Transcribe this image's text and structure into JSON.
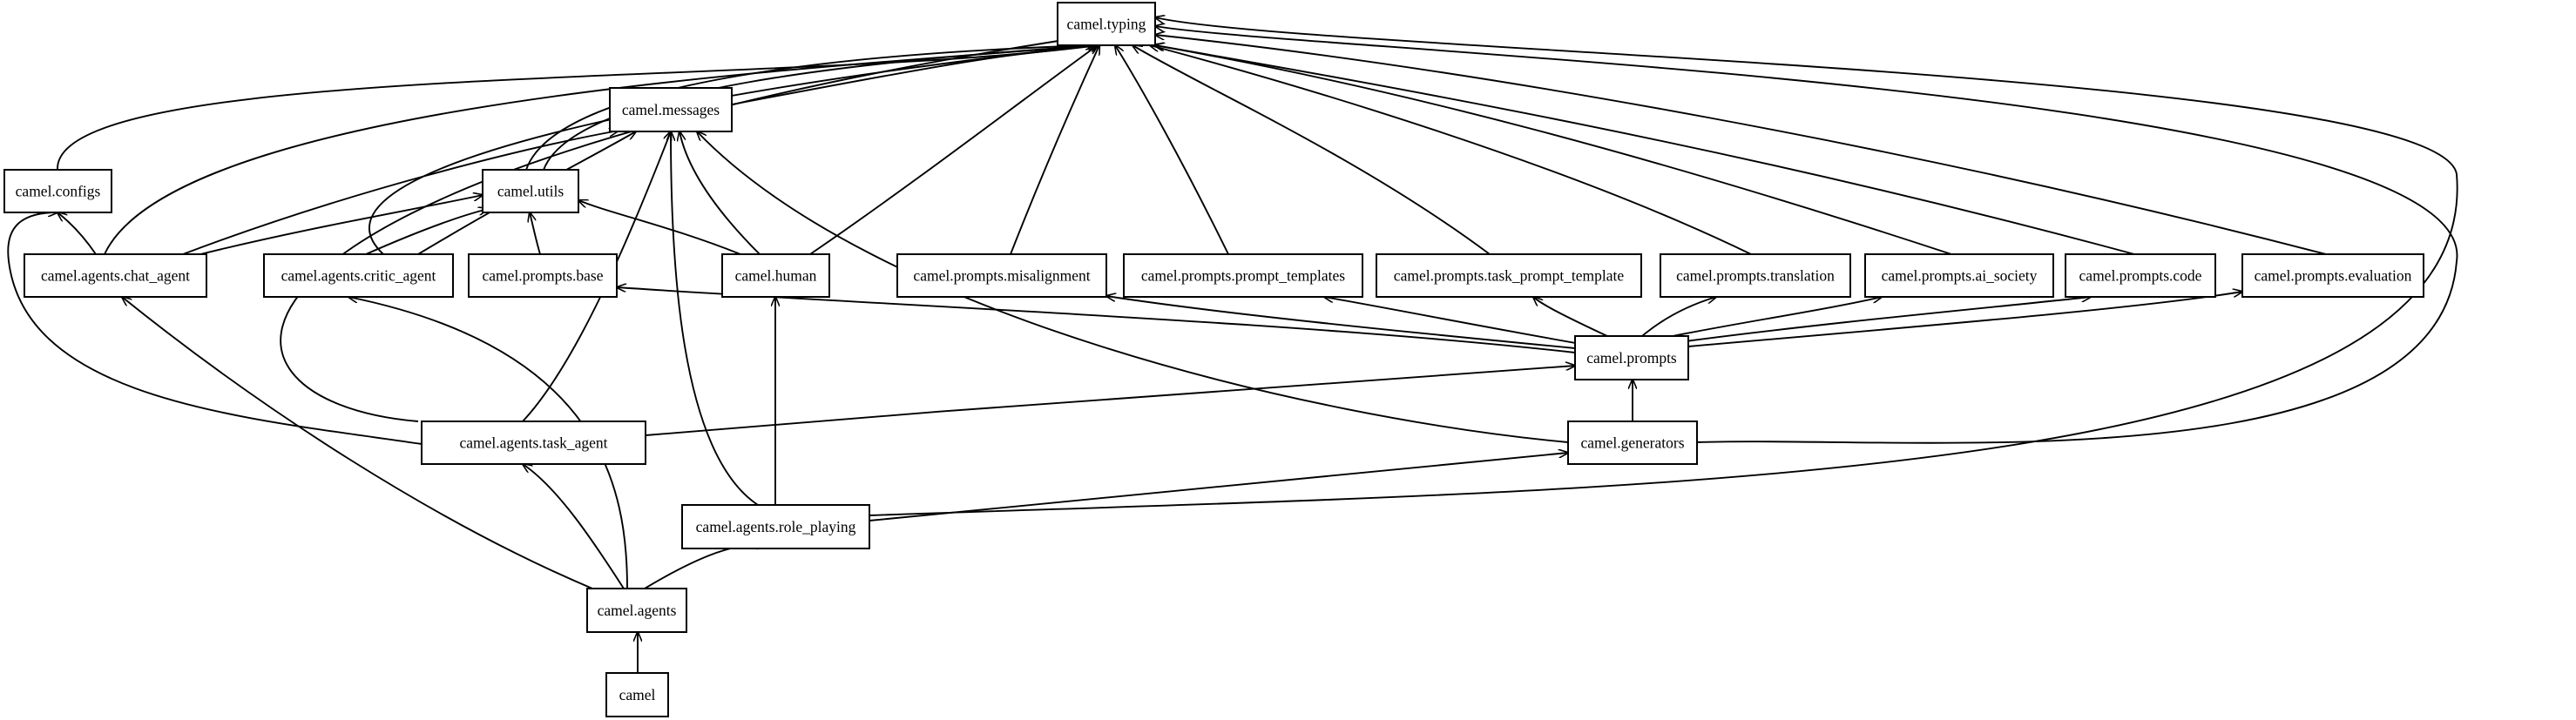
{
  "graph": {
    "nodes": [
      {
        "id": "typing",
        "label": "camel.typing"
      },
      {
        "id": "messages",
        "label": "camel.messages"
      },
      {
        "id": "configs",
        "label": "camel.configs"
      },
      {
        "id": "utils",
        "label": "camel.utils"
      },
      {
        "id": "chat_agent",
        "label": "camel.agents.chat_agent"
      },
      {
        "id": "critic_agent",
        "label": "camel.agents.critic_agent"
      },
      {
        "id": "prompts_base",
        "label": "camel.prompts.base"
      },
      {
        "id": "human",
        "label": "camel.human"
      },
      {
        "id": "misalignment",
        "label": "camel.prompts.misalignment"
      },
      {
        "id": "prompt_templates",
        "label": "camel.prompts.prompt_templates"
      },
      {
        "id": "task_prompt_template",
        "label": "camel.prompts.task_prompt_template"
      },
      {
        "id": "translation",
        "label": "camel.prompts.translation"
      },
      {
        "id": "ai_society",
        "label": "camel.prompts.ai_society"
      },
      {
        "id": "code",
        "label": "camel.prompts.code"
      },
      {
        "id": "evaluation",
        "label": "camel.prompts.evaluation"
      },
      {
        "id": "prompts",
        "label": "camel.prompts"
      },
      {
        "id": "task_agent",
        "label": "camel.agents.task_agent"
      },
      {
        "id": "generators",
        "label": "camel.generators"
      },
      {
        "id": "role_playing",
        "label": "camel.agents.role_playing"
      },
      {
        "id": "agents",
        "label": "camel.agents"
      },
      {
        "id": "camel",
        "label": "camel"
      }
    ],
    "edges": [
      {
        "from": "messages",
        "to": "typing"
      },
      {
        "from": "configs",
        "to": "typing"
      },
      {
        "from": "utils",
        "to": "typing"
      },
      {
        "from": "utils",
        "to": "typing"
      },
      {
        "from": "chat_agent",
        "to": "typing"
      },
      {
        "from": "chat_agent",
        "to": "configs"
      },
      {
        "from": "chat_agent",
        "to": "utils"
      },
      {
        "from": "chat_agent",
        "to": "messages"
      },
      {
        "from": "critic_agent",
        "to": "typing"
      },
      {
        "from": "critic_agent",
        "to": "utils"
      },
      {
        "from": "critic_agent",
        "to": "messages"
      },
      {
        "from": "prompts_base",
        "to": "utils"
      },
      {
        "from": "human",
        "to": "typing"
      },
      {
        "from": "human",
        "to": "utils"
      },
      {
        "from": "human",
        "to": "messages"
      },
      {
        "from": "misalignment",
        "to": "typing"
      },
      {
        "from": "prompt_templates",
        "to": "typing"
      },
      {
        "from": "task_prompt_template",
        "to": "typing"
      },
      {
        "from": "translation",
        "to": "typing"
      },
      {
        "from": "ai_society",
        "to": "typing"
      },
      {
        "from": "code",
        "to": "typing"
      },
      {
        "from": "evaluation",
        "to": "typing"
      },
      {
        "from": "prompts",
        "to": "prompts_base"
      },
      {
        "from": "prompts",
        "to": "misalignment"
      },
      {
        "from": "prompts",
        "to": "prompt_templates"
      },
      {
        "from": "prompts",
        "to": "task_prompt_template"
      },
      {
        "from": "prompts",
        "to": "translation"
      },
      {
        "from": "prompts",
        "to": "ai_society"
      },
      {
        "from": "prompts",
        "to": "code"
      },
      {
        "from": "prompts",
        "to": "evaluation"
      },
      {
        "from": "task_agent",
        "to": "typing"
      },
      {
        "from": "task_agent",
        "to": "configs"
      },
      {
        "from": "task_agent",
        "to": "messages"
      },
      {
        "from": "task_agent",
        "to": "prompts"
      },
      {
        "from": "generators",
        "to": "prompts"
      },
      {
        "from": "generators",
        "to": "messages"
      },
      {
        "from": "generators",
        "to": "typing"
      },
      {
        "from": "role_playing",
        "to": "human"
      },
      {
        "from": "role_playing",
        "to": "messages"
      },
      {
        "from": "role_playing",
        "to": "generators"
      },
      {
        "from": "role_playing",
        "to": "typing"
      },
      {
        "from": "agents",
        "to": "chat_agent"
      },
      {
        "from": "agents",
        "to": "critic_agent"
      },
      {
        "from": "agents",
        "to": "task_agent"
      },
      {
        "from": "agents",
        "to": "role_playing"
      },
      {
        "from": "camel",
        "to": "agents"
      }
    ]
  }
}
